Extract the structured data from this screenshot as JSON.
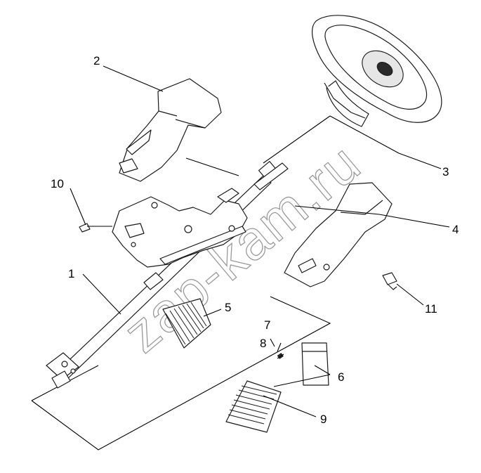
{
  "diagram": {
    "callouts": [
      {
        "id": "1",
        "label": "1"
      },
      {
        "id": "2",
        "label": "2"
      },
      {
        "id": "3",
        "label": "3"
      },
      {
        "id": "4",
        "label": "4"
      },
      {
        "id": "5",
        "label": "5"
      },
      {
        "id": "6",
        "label": "6"
      },
      {
        "id": "7",
        "label": "7"
      },
      {
        "id": "8",
        "label": "8"
      },
      {
        "id": "9",
        "label": "9"
      },
      {
        "id": "10",
        "label": "10"
      },
      {
        "id": "11",
        "label": "11"
      }
    ],
    "watermark": "zap-kam.ru"
  }
}
